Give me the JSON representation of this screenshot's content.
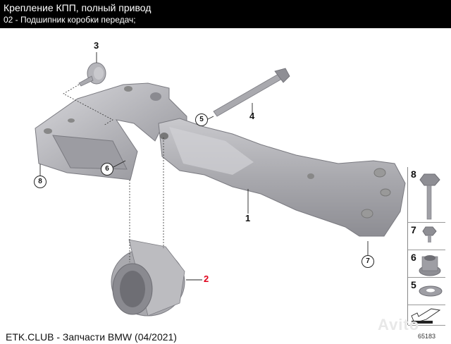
{
  "header": {
    "title": "Крепление КПП, полный привод",
    "subtitle": "02 - Подшипник коробки передач;"
  },
  "diagram": {
    "callouts": [
      {
        "label": "1",
        "part": "transmission-crossmember"
      },
      {
        "label": "2",
        "part": "transmission-bearing",
        "highlighted": true,
        "color": "#e0001a"
      },
      {
        "label": "3",
        "part": "rubber-mount"
      },
      {
        "label": "4",
        "part": "long-bolt"
      }
    ],
    "circled_callouts": [
      "5",
      "6",
      "7",
      "8"
    ],
    "legend": [
      {
        "label": "8",
        "part": "hex-bolt-with-washer"
      },
      {
        "label": "7",
        "part": "short-bolt"
      },
      {
        "label": "6",
        "part": "flange-nut"
      },
      {
        "label": "5",
        "part": "washer"
      },
      {
        "label": "",
        "part": "tool-symbol"
      }
    ],
    "ref_number": "65183"
  },
  "footer": {
    "text": "ETK.CLUB - Запчасти BMW (04/2021)"
  },
  "watermark": {
    "text": "Avito"
  }
}
